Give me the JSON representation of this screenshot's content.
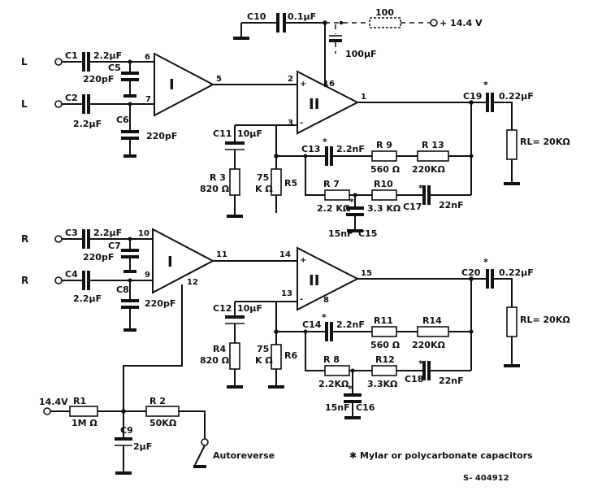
{
  "inputs": {
    "l1": "L",
    "l2": "L",
    "r1": "R",
    "r2": "R"
  },
  "amp_labels": {
    "pre_l": "I",
    "pwr_l": "II",
    "pre_r": "I",
    "pwr_r": "II"
  },
  "pins": {
    "l_in1": "6",
    "l_in2": "7",
    "l_out": "5",
    "pw_l_plus": "2",
    "pw_l_minus": "3",
    "pw_l_sup": "16",
    "pw_l_out": "1",
    "plus_l": "+",
    "minus_l": "-",
    "r_in1": "10",
    "r_in2": "9",
    "r_ctl": "12",
    "r_out": "11",
    "pw_r_plus": "14",
    "pw_r_minus": "13",
    "pw_r_sup": "8",
    "pw_r_out": "15",
    "plus_r": "+",
    "minus_r": "-"
  },
  "top": {
    "c10": "C10",
    "c10v": "0.1µF",
    "r100": "100",
    "supply": "+ 14.4 V",
    "c100": "100µF"
  },
  "left": {
    "c1": "C1",
    "c1v": "2.2µF",
    "c5": "C5",
    "c5v": "220pF",
    "c2": "C2",
    "c2v": "2.2µF",
    "c6": "C6",
    "c6v": "220pF",
    "c11": "C11",
    "c11v": "10µF",
    "r3": "R 3",
    "r3v": "820 Ω",
    "r5v1": "75",
    "r5v2": "K Ω",
    "r5": "R5",
    "c13": "C13",
    "c13v": "2.2nF",
    "r9": "R 9",
    "r9v": "560 Ω",
    "r13": "R 13",
    "r13v": "220KΩ",
    "r7": "R 7",
    "r7v": "2.2 KΩ",
    "r10": "R10",
    "r10v": "3.3 KΩ",
    "c17": "C17",
    "c17v": "22nF",
    "c15v": "15nF",
    "c15": "C15",
    "c19": "C19",
    "c19v": "0.22µF",
    "rl": "RL= 20KΩ"
  },
  "right": {
    "c3": "C3",
    "c3v": "2.2µF",
    "c7": "C7",
    "c7v": "220pF",
    "c4": "C4",
    "c4v": "2.2µF",
    "c8": "C8",
    "c8v": "220pF",
    "c12": "C12",
    "c12v": "10µF",
    "r4": "R4",
    "r4v": "820 Ω",
    "r6v1": "75",
    "r6v2": "K Ω",
    "r6": "R6",
    "c14": "C14",
    "c14v": "2.2nF",
    "r11": "R11",
    "r11v": "560 Ω",
    "r14": "R14",
    "r14v": "220KΩ",
    "r8": "R 8",
    "r8v": "2.2KΩ",
    "r12": "R12",
    "r12v": "3.3KΩ",
    "c18": "C18",
    "c18v": "22nF",
    "c16v": "15nF",
    "c16": "C16",
    "c20": "C20",
    "c20v": "0.22µF",
    "rl": "RL= 20KΩ"
  },
  "bottom": {
    "v144": "14.4V",
    "r1": "R1",
    "r1v": "1M Ω",
    "r2": "R 2",
    "r2v": "50KΩ",
    "c9": "C9",
    "c9v": "2µF",
    "autoreverse": "Autoreverse"
  },
  "star": "*",
  "note": "✱ Mylar  or polycarbonate capacitors",
  "code": "S- 404912"
}
